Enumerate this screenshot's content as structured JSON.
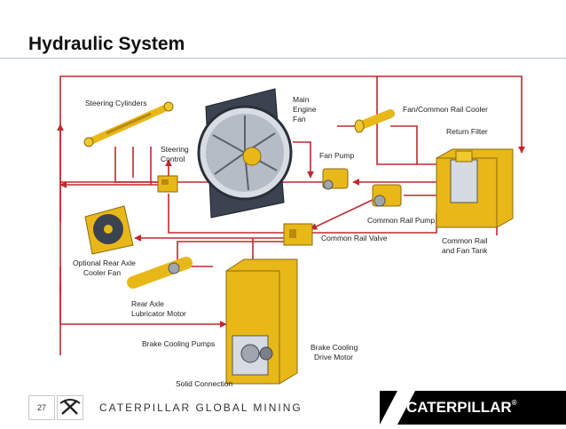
{
  "title": "Hydraulic System",
  "labels": {
    "steering_cylinders": "Steering Cylinders",
    "steering_control_1": "Steering",
    "steering_control_2": "Control",
    "main_engine_fan_1": "Main",
    "main_engine_fan_2": "Engine",
    "main_engine_fan_3": "Fan",
    "fan_common_rail_cooler": "Fan/Common Rail Cooler",
    "return_filter": "Return Filter",
    "fan_pump": "Fan Pump",
    "common_rail_pump": "Common Rail Pump",
    "common_rail_valve": "Common Rail Valve",
    "common_rail_tank_1": "Common Rail",
    "common_rail_tank_2": "and Fan Tank",
    "rear_axle_cooler_1": "Optional Rear Axle",
    "rear_axle_cooler_2": "Cooler Fan",
    "rear_axle_lube_1": "Rear Axle",
    "rear_axle_lube_2": "Lubricator Motor",
    "brake_cooling_pumps": "Brake Cooling Pumps",
    "brake_cooling_motor_1": "Brake Cooling",
    "brake_cooling_motor_2": "Drive Motor",
    "solid_connection": "Solid Connection"
  },
  "footer": {
    "page_number": "27",
    "company": "CATERPILLAR GLOBAL MINING",
    "logo": "CATERPILLAR",
    "logo_mark": "®"
  },
  "colors": {
    "line": "#c0282d",
    "component": "#e8b818",
    "fan_dark": "#3c4350"
  }
}
